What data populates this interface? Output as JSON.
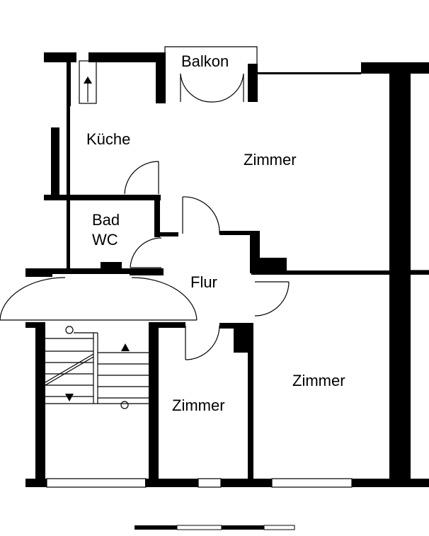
{
  "rooms": {
    "balkon": "Balkon",
    "kueche": "Küche",
    "zimmer_living": "Zimmer",
    "bad": "Bad",
    "wc": "WC",
    "flur": "Flur",
    "zimmer_small": "Zimmer",
    "zimmer_right": "Zimmer"
  },
  "colors": {
    "wall": "#000000",
    "background": "#ffffff",
    "line": "#000000"
  }
}
